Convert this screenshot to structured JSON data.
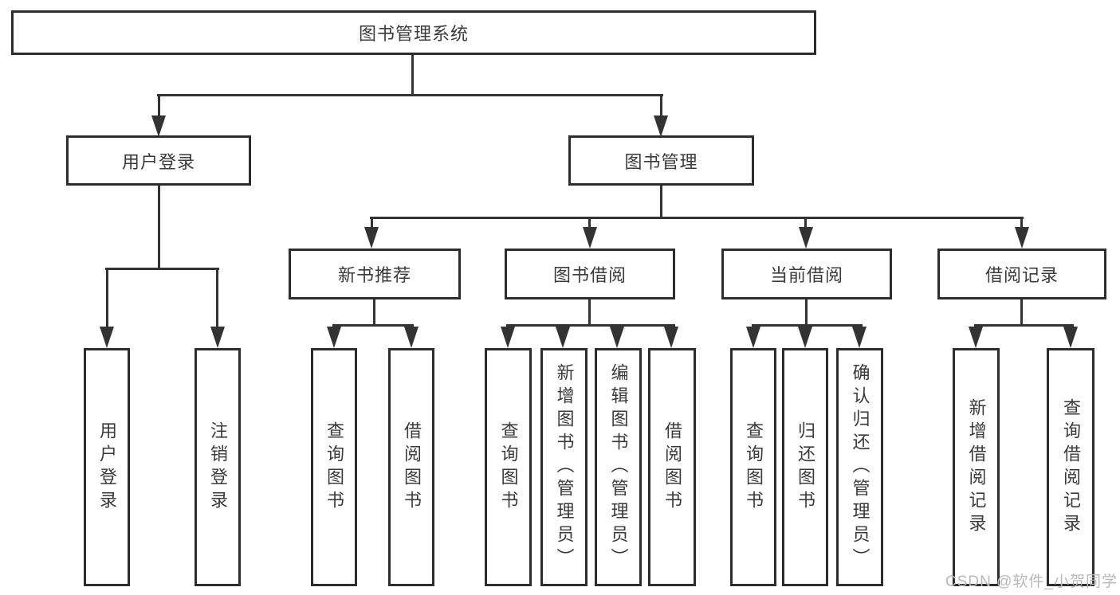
{
  "tree": {
    "root": {
      "label": "图书管理系统"
    },
    "children": [
      {
        "label": "用户登录",
        "children": [
          {
            "label": "用户登录"
          },
          {
            "label": "注销登录"
          }
        ]
      },
      {
        "label": "图书管理",
        "children": [
          {
            "label": "新书推荐",
            "children": [
              {
                "label": "查询图书"
              },
              {
                "label": "借阅图书"
              }
            ]
          },
          {
            "label": "图书借阅",
            "children": [
              {
                "label": "查询图书"
              },
              {
                "label": "新增图书（管理员）"
              },
              {
                "label": "编辑图书（管理员）"
              },
              {
                "label": "借阅图书"
              }
            ]
          },
          {
            "label": "当前借阅",
            "children": [
              {
                "label": "查询图书"
              },
              {
                "label": "归还图书"
              },
              {
                "label": "确认归还（管理员）"
              }
            ]
          },
          {
            "label": "借阅记录",
            "children": [
              {
                "label": "新增借阅记录"
              },
              {
                "label": "查询借阅记录"
              }
            ]
          }
        ]
      }
    ]
  },
  "watermark": "CSDN @软件_小贺同学",
  "colors": {
    "line": "#333333",
    "box_border": "#2d2d2d",
    "text": "#3a3a3a",
    "background": "#ffffff",
    "watermark": "#b9b9b9"
  }
}
